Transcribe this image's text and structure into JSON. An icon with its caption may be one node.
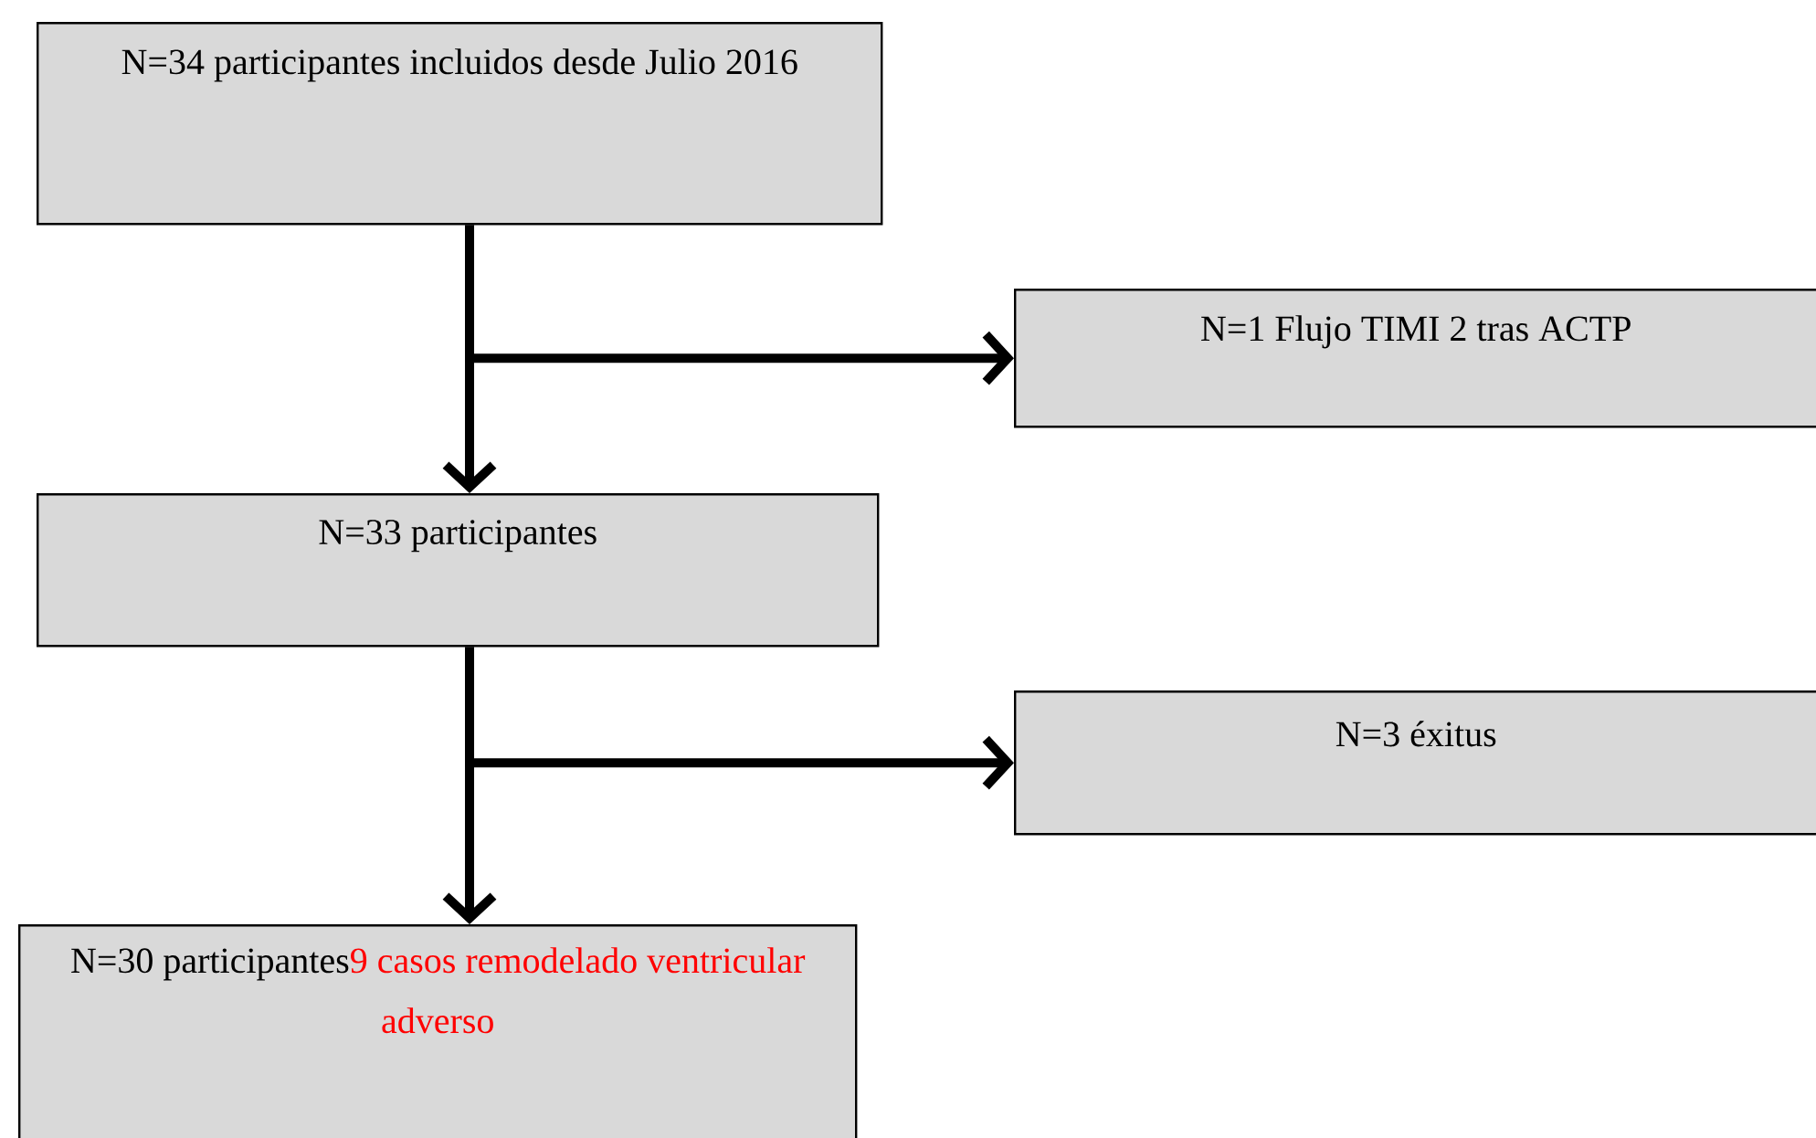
{
  "diagram": {
    "nodes": [
      {
        "text": [
          "N=34 participantes incluidos desde Julio 2016"
        ]
      },
      {
        "text": [
          "N=1 Flujo TIMI 2 tras ACTP"
        ]
      },
      {
        "text": [
          "N=33 participantes"
        ]
      },
      {
        "text": [
          "N=3 éxitus"
        ]
      },
      {
        "text": [
          "N=30 participantes",
          "9 casos remodelado ventricular adverso"
        ]
      }
    ],
    "edges": [
      {
        "from": 0,
        "to": 2,
        "arrow": "to"
      },
      {
        "from": 0,
        "to": 1,
        "arrow": "to"
      },
      {
        "from": 2,
        "to": 4,
        "arrow": "to"
      },
      {
        "from": 2,
        "to": 3,
        "arrow": "to"
      }
    ]
  }
}
